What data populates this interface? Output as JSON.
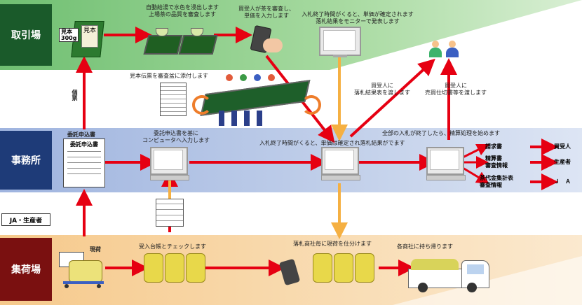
{
  "bands": {
    "torihikijo": "取引場",
    "jimusho": "事務所",
    "shukajo": "集荷場"
  },
  "ja_producer": "JA・生産者",
  "sample_box": {
    "label1": "見本",
    "label2": "300g",
    "tag": "見本"
  },
  "texts": {
    "auto_water": "自動給湯で水色を浸出します",
    "auto_water2": "上場茶の品質を審査します",
    "buyer_review": "買受人が茶を審査し、",
    "buyer_review2": "単価を入力します",
    "bid_end": "入札終了時間がくると、単価が確定されます",
    "bid_end2": "落札結果をモニターで発表します",
    "attach_slip": "見本伝票を審査盆に添付します",
    "individual": "個票",
    "notify_buyer": "買受人に",
    "notify_buyer2": "落札結果表を渡します",
    "give_buyer": "買受人に",
    "give_buyer2": "売買仕切書等を渡します",
    "entrust_form": "委託申込書",
    "entrust_form_doc": "委託申込書",
    "input_pc": "委託申込書を基に",
    "input_pc2": "コンピュータへ入力します",
    "office_bid": "入札終了時間がくると、単価は確定され落札結果がでます",
    "settle": "全部の入札が終了したら、精算処理を始めます",
    "receive_check": "受入台帳とチェックします",
    "sort": "落札商社毎に現荷を仕分けます",
    "take_home": "各商社に持ち帰ります",
    "genka": "現荷"
  },
  "doc_outputs": [
    {
      "label": "請求書",
      "target": "買受人"
    },
    {
      "label": "精算書\n審査情報",
      "target": "生産者"
    },
    {
      "label": "茶代金集計表\n審査情報",
      "target": "Ｊ　Ａ"
    }
  ],
  "colors": {
    "green_band": "#8fcf8a",
    "blue_band": "#b9c9e6",
    "orange_band": "#f7d6a6",
    "red": "#e60012",
    "orange_arrow": "#f5b042"
  }
}
